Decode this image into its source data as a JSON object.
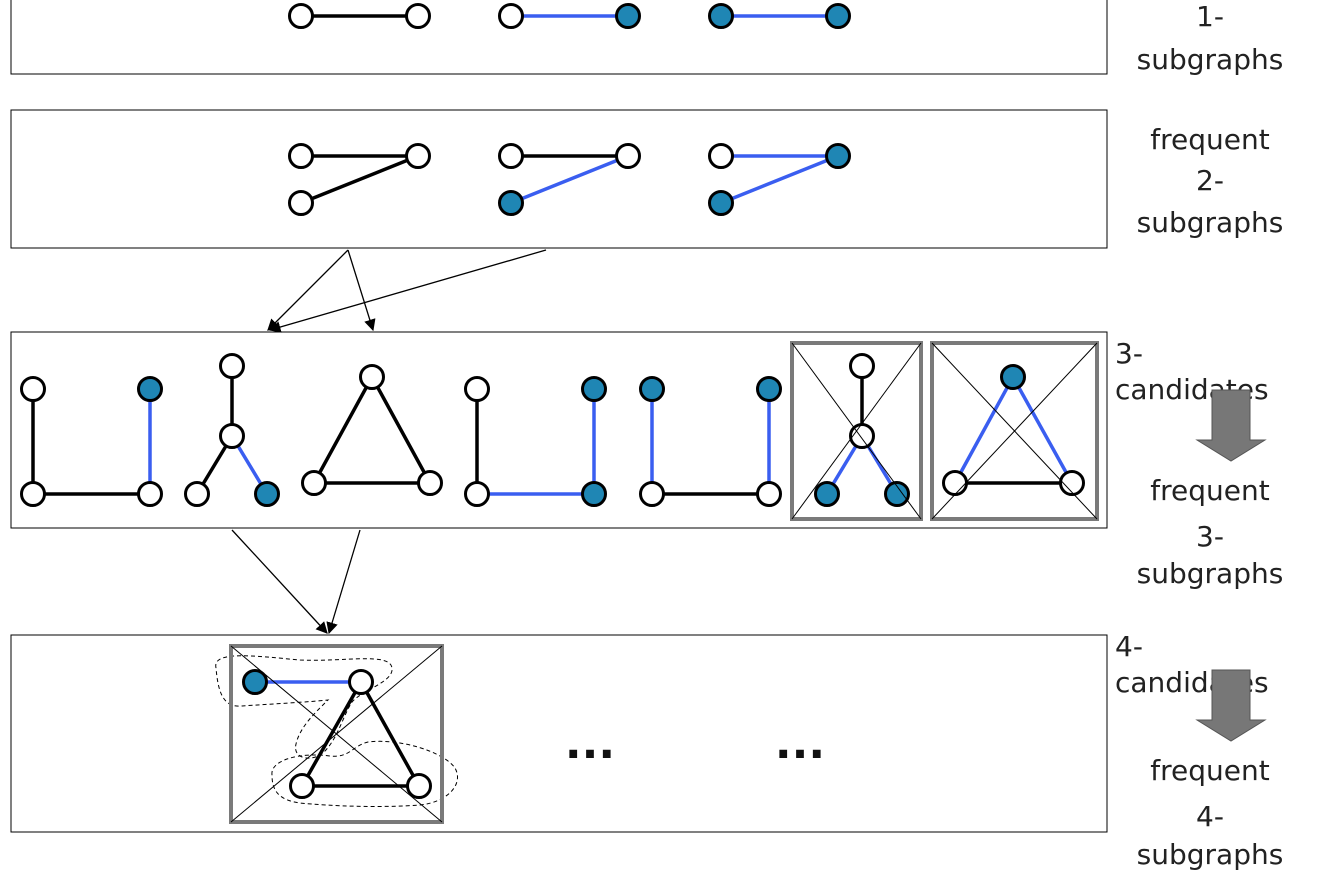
{
  "colors": {
    "edge_plain": "#000000",
    "edge_highlight": "#3a5ef0",
    "node_filled": "#1f86b4",
    "node_empty": "#ffffff",
    "pruned_frame": "#7a7a7a",
    "down_arrow": "#777777"
  },
  "labels": {
    "row1": {
      "line1": "1-",
      "line2": "subgraphs"
    },
    "row2": {
      "line1": "frequent",
      "line2": "2-",
      "line3": "subgraphs"
    },
    "row3_candidates": {
      "line1": "3-",
      "line2": "candidates"
    },
    "row3_frequent": {
      "line1": "frequent",
      "line2": "3-",
      "line3": "subgraphs"
    },
    "row4_candidates": {
      "line1": "4-",
      "line2": "candidates"
    },
    "row4_frequent": {
      "line1": "frequent",
      "line2": "4-",
      "line3": "subgraphs"
    }
  },
  "ellipsis": {
    "first": "...",
    "second": "..."
  }
}
